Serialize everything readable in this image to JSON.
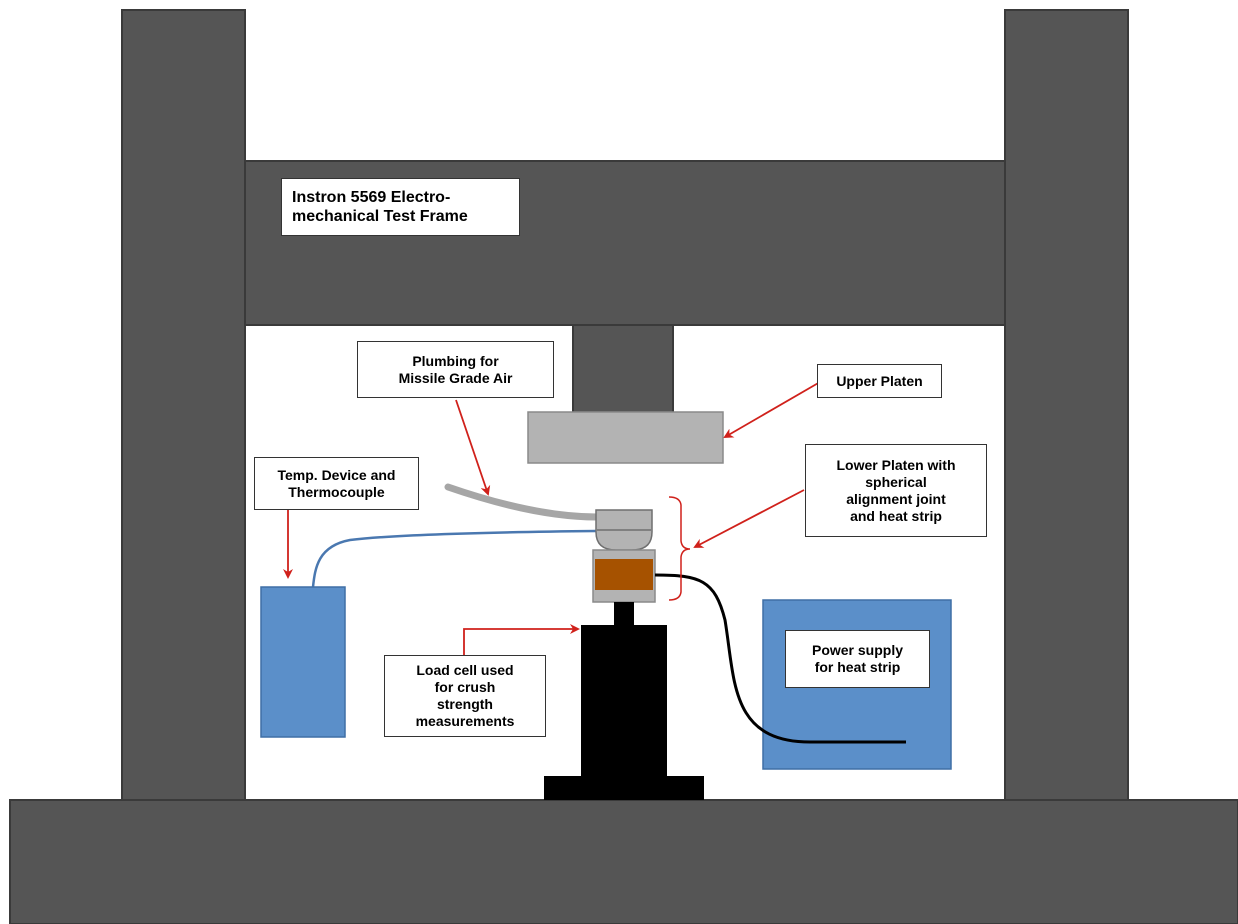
{
  "colors": {
    "frame": "#555555",
    "frame_edge": "#3a3a3a",
    "platen": "#b3b3b3",
    "platen_edge": "#8a8a8a",
    "blue_box": "#5b8fc9",
    "blue_edge": "#3f6fa5",
    "load_cell": "#000000",
    "heat_strip": "#a65200",
    "arrow": "#d0211b",
    "air_line": "#a6a6a6",
    "thermo_wire": "#4a78b0"
  },
  "labels": {
    "test_frame": "Instron 5569 Electro-\nmechanical Test Frame",
    "plumbing": "Plumbing for\nMissile Grade Air",
    "upper_platen": "Upper Platen",
    "lower_platen": "Lower Platen with\nspherical\nalignment joint\nand heat strip",
    "temp_device": "Temp. Device and\nThermocouple",
    "load_cell": "Load cell used\nfor crush\nstrength\nmeasurements",
    "power_supply": "Power supply\nfor heat strip"
  }
}
